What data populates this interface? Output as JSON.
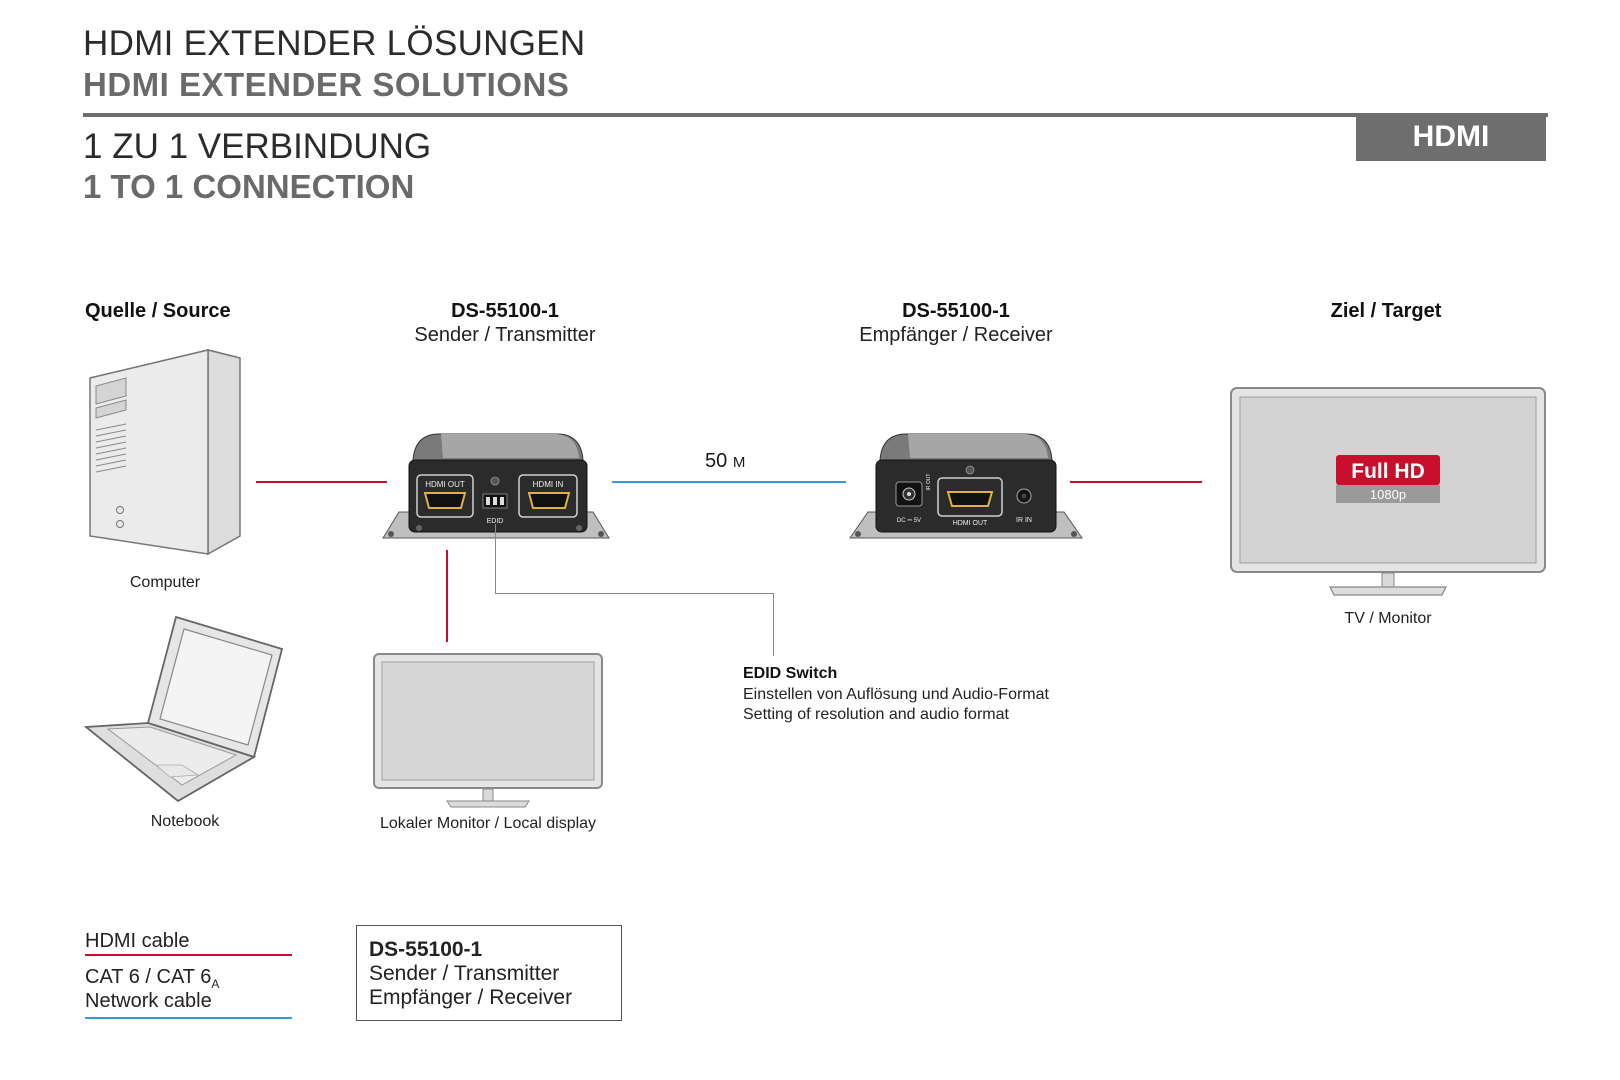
{
  "header": {
    "title_de": "HDMI EXTENDER LÖSUNGEN",
    "title_en": "HDMI EXTENDER SOLUTIONS",
    "badge": "HDMI",
    "subtitle_de": "1 ZU 1 VERBINDUNG",
    "subtitle_en": "1 TO 1 CONNECTION"
  },
  "columns": {
    "source": "Quelle / Source",
    "transmitter_model": "DS-55100-1",
    "transmitter_role": "Sender / Transmitter",
    "receiver_model": "DS-55100-1",
    "receiver_role": "Empfänger / Receiver",
    "target": "Ziel / Target"
  },
  "devices": {
    "computer": "Computer",
    "notebook": "Notebook",
    "local_monitor": "Lokaler Monitor / Local display",
    "tv": "TV / Monitor",
    "full_hd": "Full HD",
    "resolution": "1080p",
    "port_hdmi_out": "HDMI OUT",
    "port_hdmi_in": "HDMI IN",
    "port_edid": "EDID",
    "port_dc": "DC ⎓ 5V",
    "port_ir_in": "IR IN",
    "port_ir_out": "IR OUT"
  },
  "distance": {
    "value": "50",
    "unit": "M"
  },
  "edid_note": {
    "title": "EDID Switch",
    "line_de": "Einstellen von Auflösung und Audio-Format",
    "line_en": "Setting of resolution and audio format"
  },
  "legend": {
    "hdmi": "HDMI cable",
    "cat_prefix": "CAT 6 / CAT 6",
    "cat_sub": "A",
    "network": "Network cable"
  },
  "model_box": {
    "model": "DS-55100-1",
    "role_tx": "Sender / Transmitter",
    "role_rx": "Empfänger / Receiver"
  },
  "colors": {
    "hdmi_cable": "#c8102e",
    "network_cable": "#2c9fd9",
    "badge": "#6e6e6e",
    "full_hd_red": "#c8102e"
  }
}
